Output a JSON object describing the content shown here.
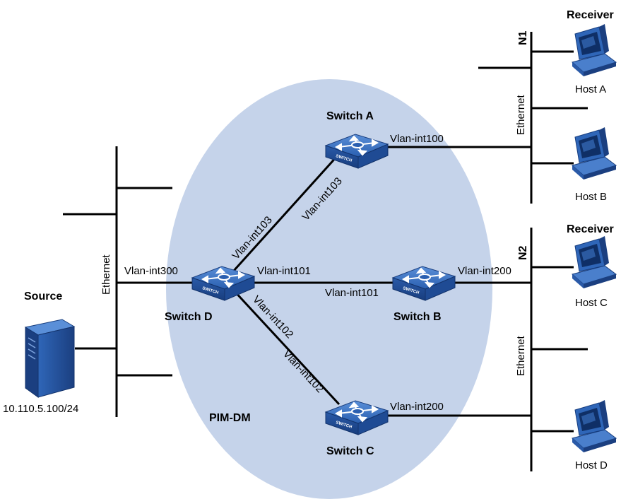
{
  "region": {
    "label": "PIM-DM"
  },
  "source": {
    "label": "Source",
    "ip": "10.110.5.100/24"
  },
  "receivers": {
    "n1_label": "Receiver",
    "n2_label": "Receiver"
  },
  "networks": {
    "n1": "N1",
    "n2": "N2"
  },
  "ethernet_label": "Ethernet",
  "switches": {
    "a": {
      "name": "Switch A",
      "badge": "SWITCH"
    },
    "b": {
      "name": "Switch B",
      "badge": "SWITCH"
    },
    "c": {
      "name": "Switch C",
      "badge": "SWITCH"
    },
    "d": {
      "name": "Switch D",
      "badge": "SWITCH"
    }
  },
  "hosts": {
    "a": "Host A",
    "b": "Host B",
    "c": "Host C",
    "d": "Host D"
  },
  "interfaces": {
    "a_to_n1": "Vlan-int100",
    "a_to_d": "Vlan-int103",
    "d_to_a": "Vlan-int103",
    "d_to_source": "Vlan-int300",
    "d_to_b": "Vlan-int101",
    "b_to_d": "Vlan-int101",
    "b_to_n2": "Vlan-int200",
    "d_to_c": "Vlan-int102",
    "c_to_d": "Vlan-int102",
    "c_to_n2": "Vlan-int200"
  },
  "colors": {
    "region_fill": "#c5d3ea",
    "switch_blue": "#2f66b8",
    "host_blue": "#2f66b8",
    "line": "#000000"
  }
}
